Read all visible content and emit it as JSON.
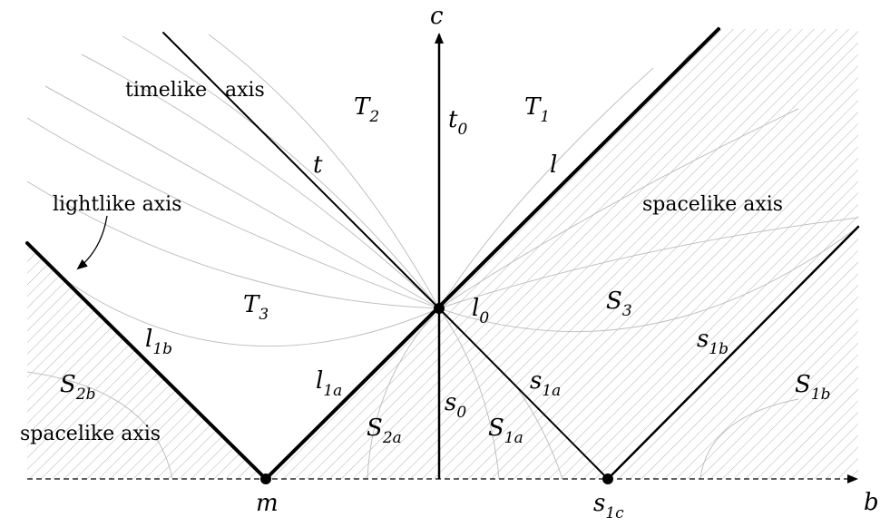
{
  "axes": {
    "horizontal": "b",
    "vertical": "c"
  },
  "points": {
    "m": {
      "label": "m",
      "sub": ""
    },
    "s1c": {
      "label": "s",
      "sub": "1c"
    }
  },
  "regions": {
    "T1": {
      "label": "T",
      "sub": "1"
    },
    "T2": {
      "label": "T",
      "sub": "2"
    },
    "T3": {
      "label": "T",
      "sub": "3"
    },
    "S3": {
      "label": "S",
      "sub": "3"
    },
    "S1a": {
      "label": "S",
      "sub": "1a"
    },
    "S1b": {
      "label": "S",
      "sub": "1b"
    },
    "S2a": {
      "label": "S",
      "sub": "2a"
    },
    "S2b": {
      "label": "S",
      "sub": "2b"
    }
  },
  "lines": {
    "t": {
      "label": "t",
      "sub": ""
    },
    "l": {
      "label": "l",
      "sub": ""
    },
    "t0": {
      "label": "t",
      "sub": "0"
    },
    "l0": {
      "label": "l",
      "sub": "0"
    },
    "s0": {
      "label": "s",
      "sub": "0"
    },
    "l1a": {
      "label": "l",
      "sub": "1a"
    },
    "l1b": {
      "label": "l",
      "sub": "1b"
    },
    "s1a": {
      "label": "s",
      "sub": "1a"
    },
    "s1b": {
      "label": "s",
      "sub": "1b"
    }
  },
  "annotations": {
    "timelike_left": "timelike",
    "timelike_right": "axis",
    "lightlike": "lightlike axis",
    "spacelike_right": "spacelike axis",
    "spacelike_left": "spacelike axis"
  },
  "colors": {
    "ink": "#000000",
    "hatch": "#b3b3b3",
    "curve": "#c0c0c0"
  }
}
